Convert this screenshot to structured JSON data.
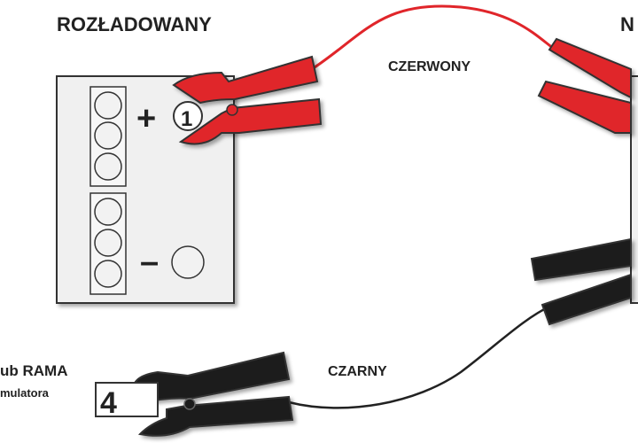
{
  "labels": {
    "discharged_title": "ROZŁADOWANY",
    "charged_title_partial": "N",
    "red_cable": "CZERWONY",
    "black_cable": "CZARNY",
    "ground_line1_partial": "ub RAMA",
    "ground_line2_partial": "mulatora"
  },
  "terminals": {
    "positive_sign": "+",
    "negative_sign": "–",
    "step_1": "1",
    "step_4": "4"
  },
  "colors": {
    "clamp_red": "#e0252a",
    "clamp_black": "#1a1a1a",
    "cable_red": "#e0252a",
    "cable_black": "#222222",
    "battery_body": "#f0f0f0",
    "outline": "#333333"
  }
}
